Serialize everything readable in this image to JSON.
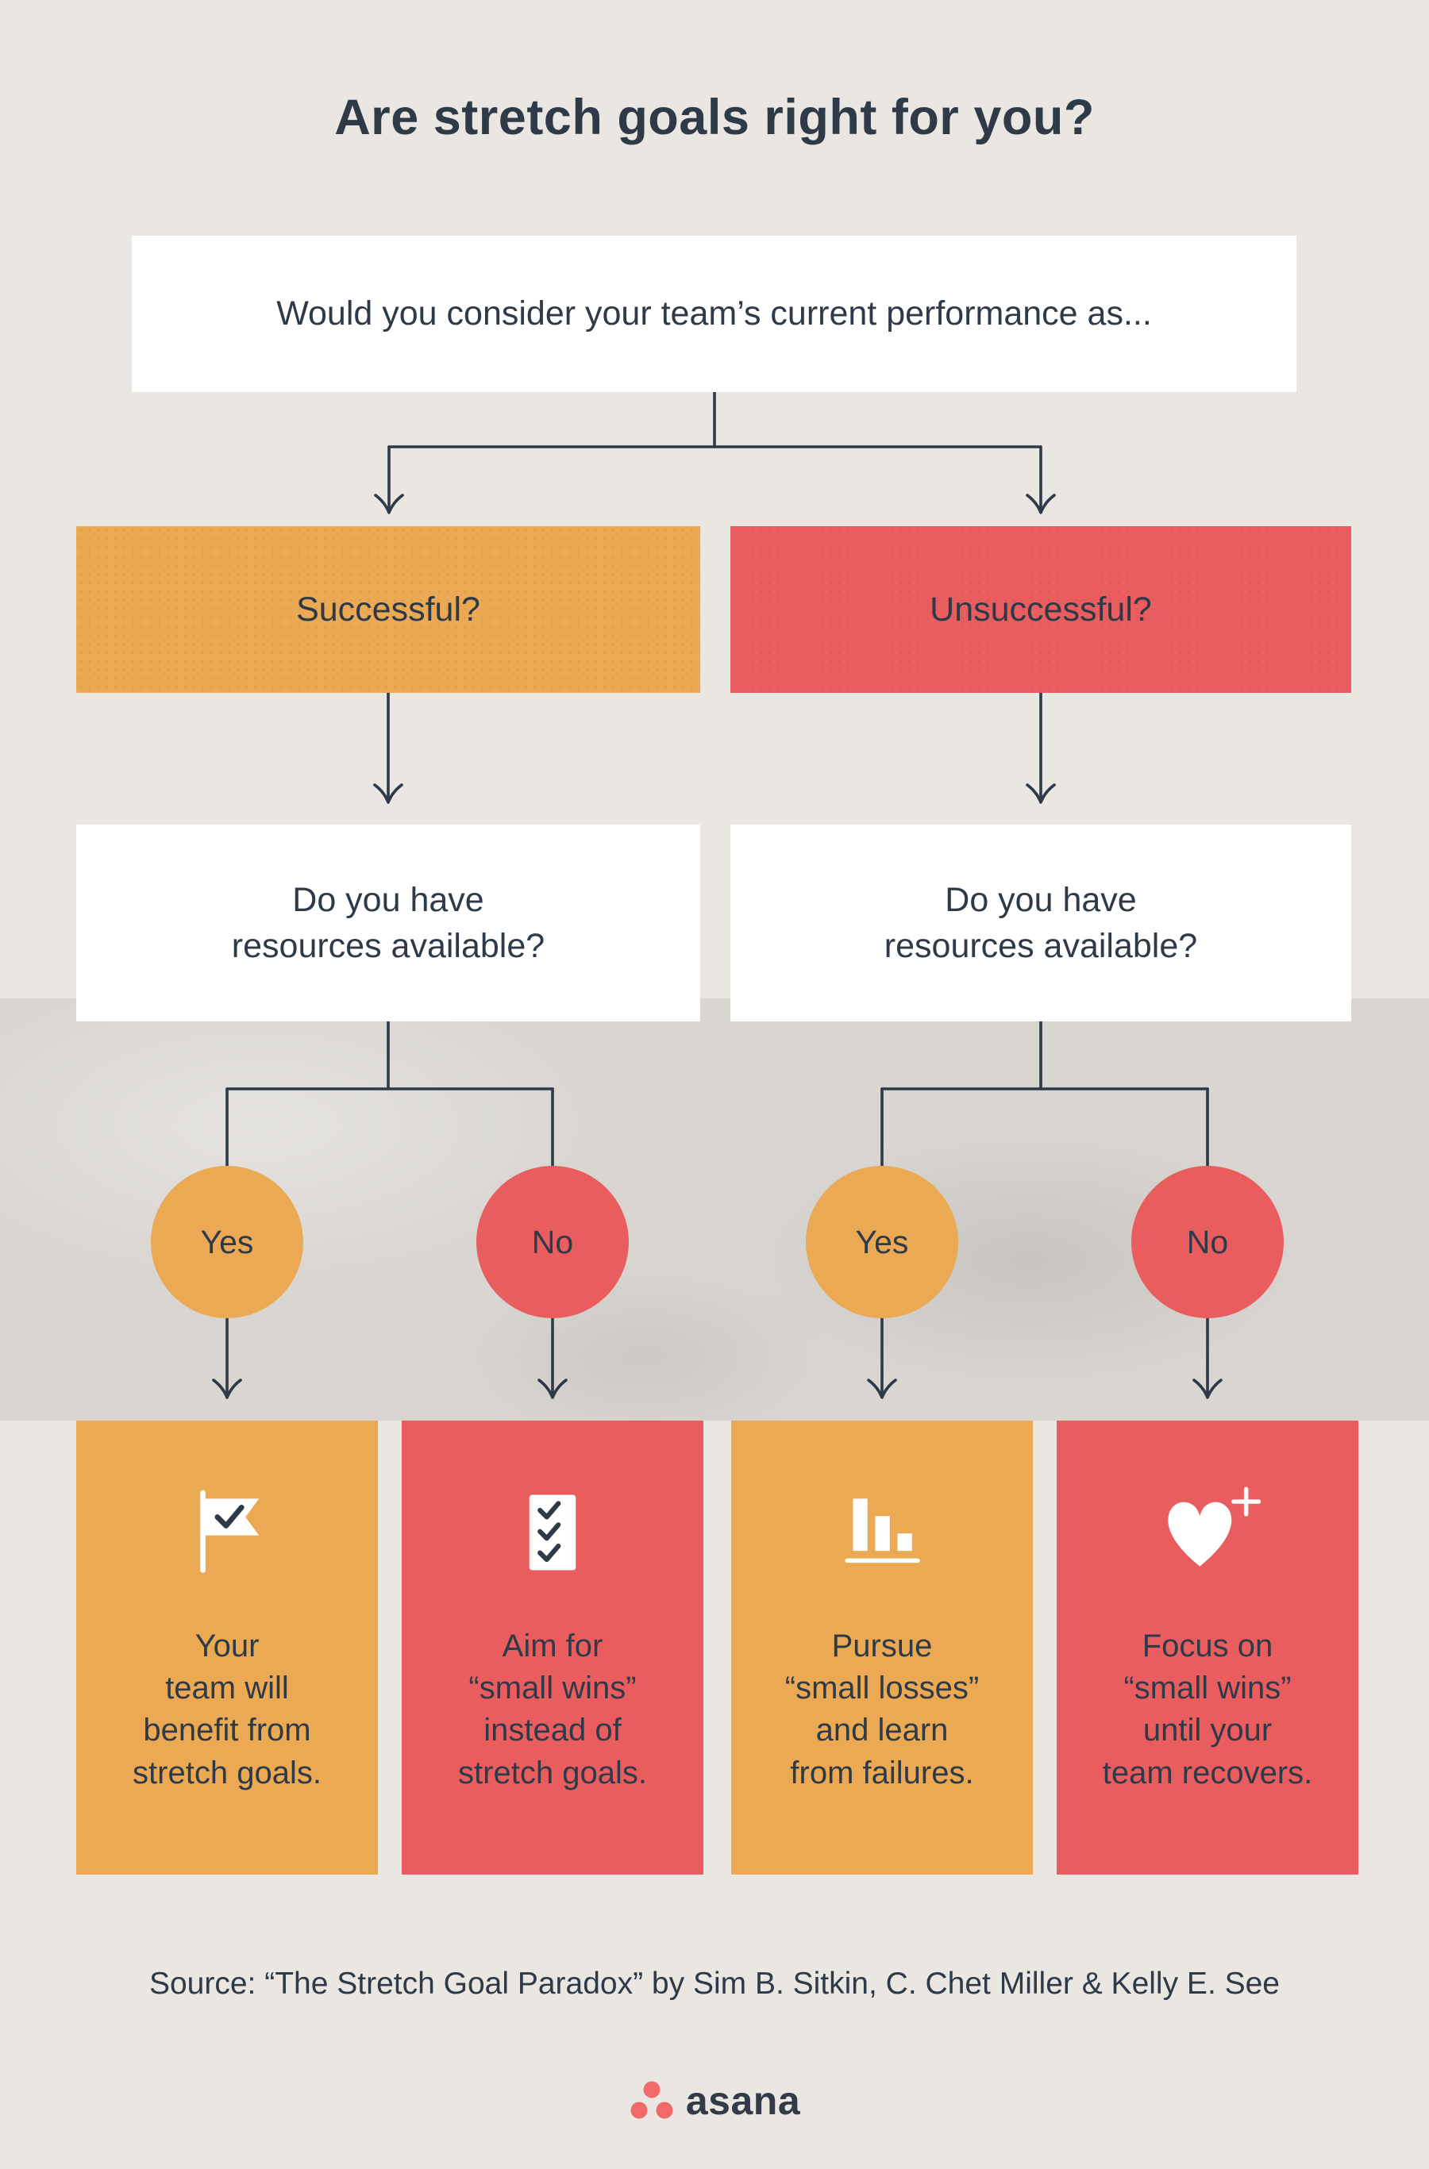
{
  "page": {
    "title": "Are stretch goals right for you?",
    "source": "Source: “The Stretch Goal Paradox” by Sim B. Sitkin, C. Chet Miller & Kelly E. See",
    "brand": "asana"
  },
  "flow": {
    "root_question": "Would you consider your team’s current performance as...",
    "branch_left": "Successful?",
    "branch_right": "Unsuccessful?",
    "question_left": "Do you have\nresources available?",
    "question_right": "Do you have\nresources available?",
    "answers": [
      "Yes",
      "No",
      "Yes",
      "No"
    ],
    "outcomes": [
      {
        "icon": "flag-check-icon",
        "color": "orange",
        "text": "Your\nteam will\nbenefit from\nstretch goals."
      },
      {
        "icon": "checklist-icon",
        "color": "red",
        "text": "Aim for\n“small wins”\ninstead of\nstretch goals."
      },
      {
        "icon": "declining-bar-chart-icon",
        "color": "orange",
        "text": "Pursue\n“small losses”\nand learn\nfrom failures."
      },
      {
        "icon": "heart-plus-icon",
        "color": "red",
        "text": "Focus on\n“small wins”\nuntil your\nteam recovers."
      }
    ]
  },
  "colors": {
    "background": "#eae6e1",
    "texture_band": "#d9d6d2",
    "orange": "#eaa952",
    "red": "#ea5d5f",
    "text_navy": "#2e3a47",
    "line": "#2e3a47",
    "logo_coral": "#f06a6a",
    "white": "#ffffff"
  }
}
